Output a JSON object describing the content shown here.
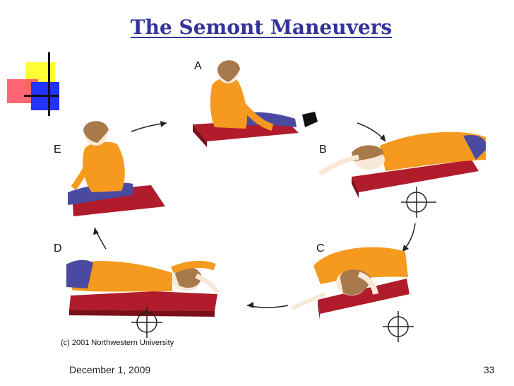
{
  "slide": {
    "title": "The Semont Maneuvers",
    "date": "December 1, 2009",
    "page_number": "33"
  },
  "figure": {
    "panels": [
      {
        "label": "A"
      },
      {
        "label": "B"
      },
      {
        "label": "C"
      },
      {
        "label": "D"
      },
      {
        "label": "E"
      }
    ],
    "copyright": "(c) 2001 Northwestern University"
  },
  "colors": {
    "title": "#33339a",
    "shirt": "#f59a1e",
    "pants": "#4a4aa0",
    "table": "#b01c2c",
    "hair": "#a8794a",
    "skin": "#f8e8d8"
  },
  "icons": {
    "logo": "colored-squares-logo",
    "rotation_marker": "crosshair-circle-icon",
    "arrow": "curved-arrow-icon"
  }
}
